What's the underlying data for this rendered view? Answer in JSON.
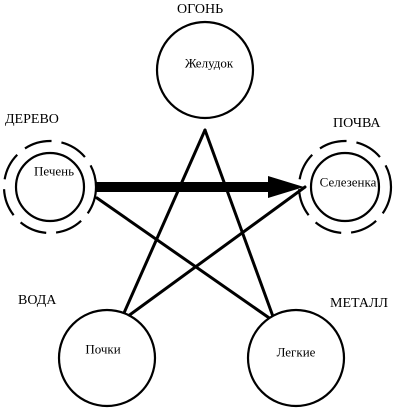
{
  "elements": {
    "fire": "ОГОНЬ",
    "wood": "ДЕРЕВО",
    "earth": "ПОЧВА",
    "water": "ВОДА",
    "metal": "МЕТАЛЛ"
  },
  "organs": {
    "stomach": "Желудок",
    "liver": "Печень",
    "spleen": "Селезенка",
    "kidneys": "Почки",
    "lungs": "Легкие"
  }
}
